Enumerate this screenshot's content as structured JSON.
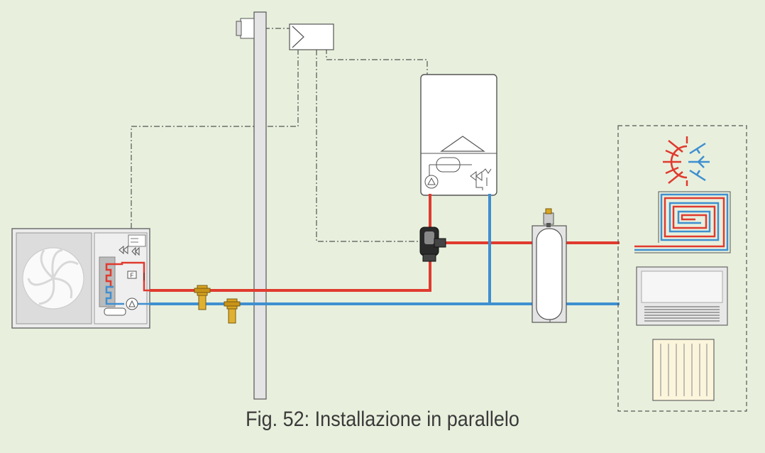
{
  "caption": "Fig. 52: Installazione in parallelo",
  "colors": {
    "background": "#e8f0dd",
    "flow_pipe": "#e03a2f",
    "return_pipe": "#3f8fd0",
    "device_fill": "#ffffff",
    "outline": "#555555",
    "valve_body": "#d9a520"
  },
  "components": {
    "heat_pump": "heat-pump-outdoor-unit",
    "boiler": "wall-mounted-boiler",
    "thermostat": "room-thermostat",
    "buffer_tank": "buffer-tank",
    "mixing_valve": "three-way-mixing-valve",
    "emitters": [
      "heating-cooling-symbol",
      "underfloor-heating",
      "fan-coil",
      "radiator"
    ]
  },
  "markers": {
    "flow_switch": "F"
  }
}
